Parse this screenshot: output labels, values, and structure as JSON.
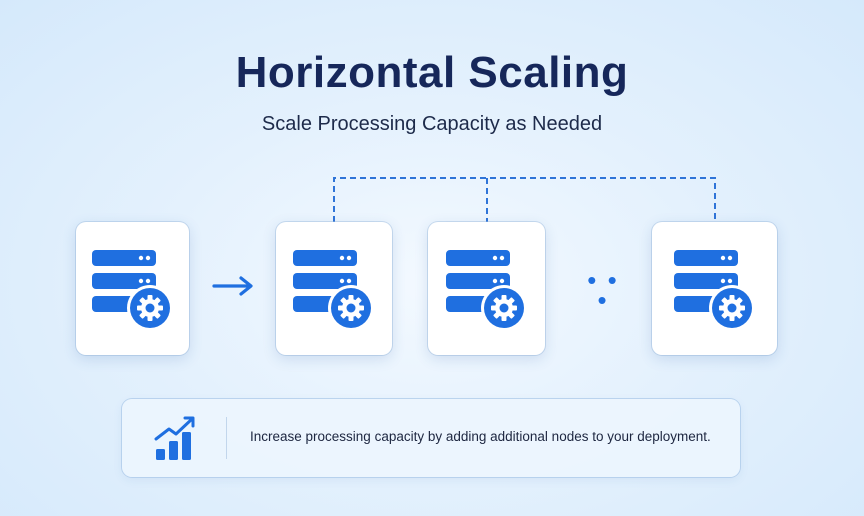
{
  "title": "Horizontal Scaling",
  "subtitle": "Scale Processing Capacity as Needed",
  "nodes": [
    {
      "icon": "server-gear-icon"
    },
    {
      "icon": "server-gear-icon"
    },
    {
      "icon": "server-gear-icon"
    },
    {
      "icon": "server-gear-icon"
    }
  ],
  "arrow_icon": "arrow-right-icon",
  "ellipsis": "• • •",
  "info": {
    "icon": "growth-chart-icon",
    "text": "Increase processing capacity by adding additional nodes to your deployment."
  },
  "colors": {
    "accent": "#1f6fe0",
    "title": "#16275a",
    "background": "#e4f1fd"
  }
}
